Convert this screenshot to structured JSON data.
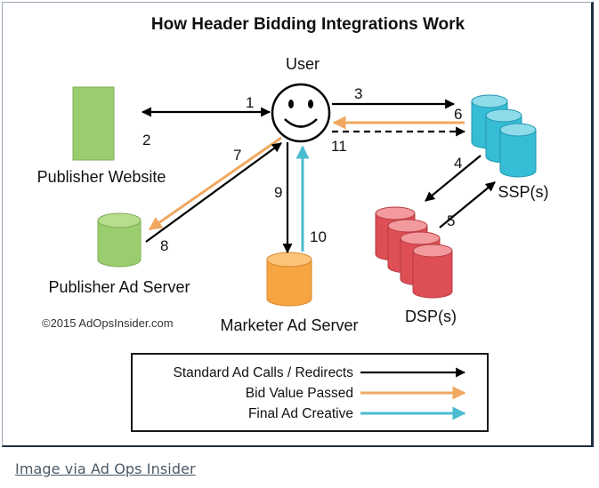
{
  "diagram": {
    "title": "How Header Bidding Integrations Work",
    "nodes": {
      "user": "User",
      "publisher_website": "Publisher Website",
      "publisher_ad_server": "Publisher Ad Server",
      "marketer_ad_server": "Marketer Ad Server",
      "ssp": "SSP(s)",
      "dsp": "DSP(s)"
    },
    "steps": [
      "1",
      "2",
      "3",
      "4",
      "5",
      "6",
      "7",
      "8",
      "9",
      "10",
      "11"
    ],
    "copyright": "©2015 AdOpsInsider.com",
    "legend": [
      {
        "label": "Standard Ad Calls / Redirects",
        "color": "#000000"
      },
      {
        "label": "Bid Value Passed",
        "color": "#f0a860"
      },
      {
        "label": "Final Ad Creative",
        "color": "#4bbbd0"
      }
    ]
  },
  "caption": "Image via Ad Ops Insider",
  "colors": {
    "green": "#9acd6e",
    "orange": "#f7a443",
    "cyan": "#35bdd6",
    "red": "#dd4f55",
    "arrow_orange": "#f0a860",
    "arrow_cyan": "#4bbbd0"
  }
}
